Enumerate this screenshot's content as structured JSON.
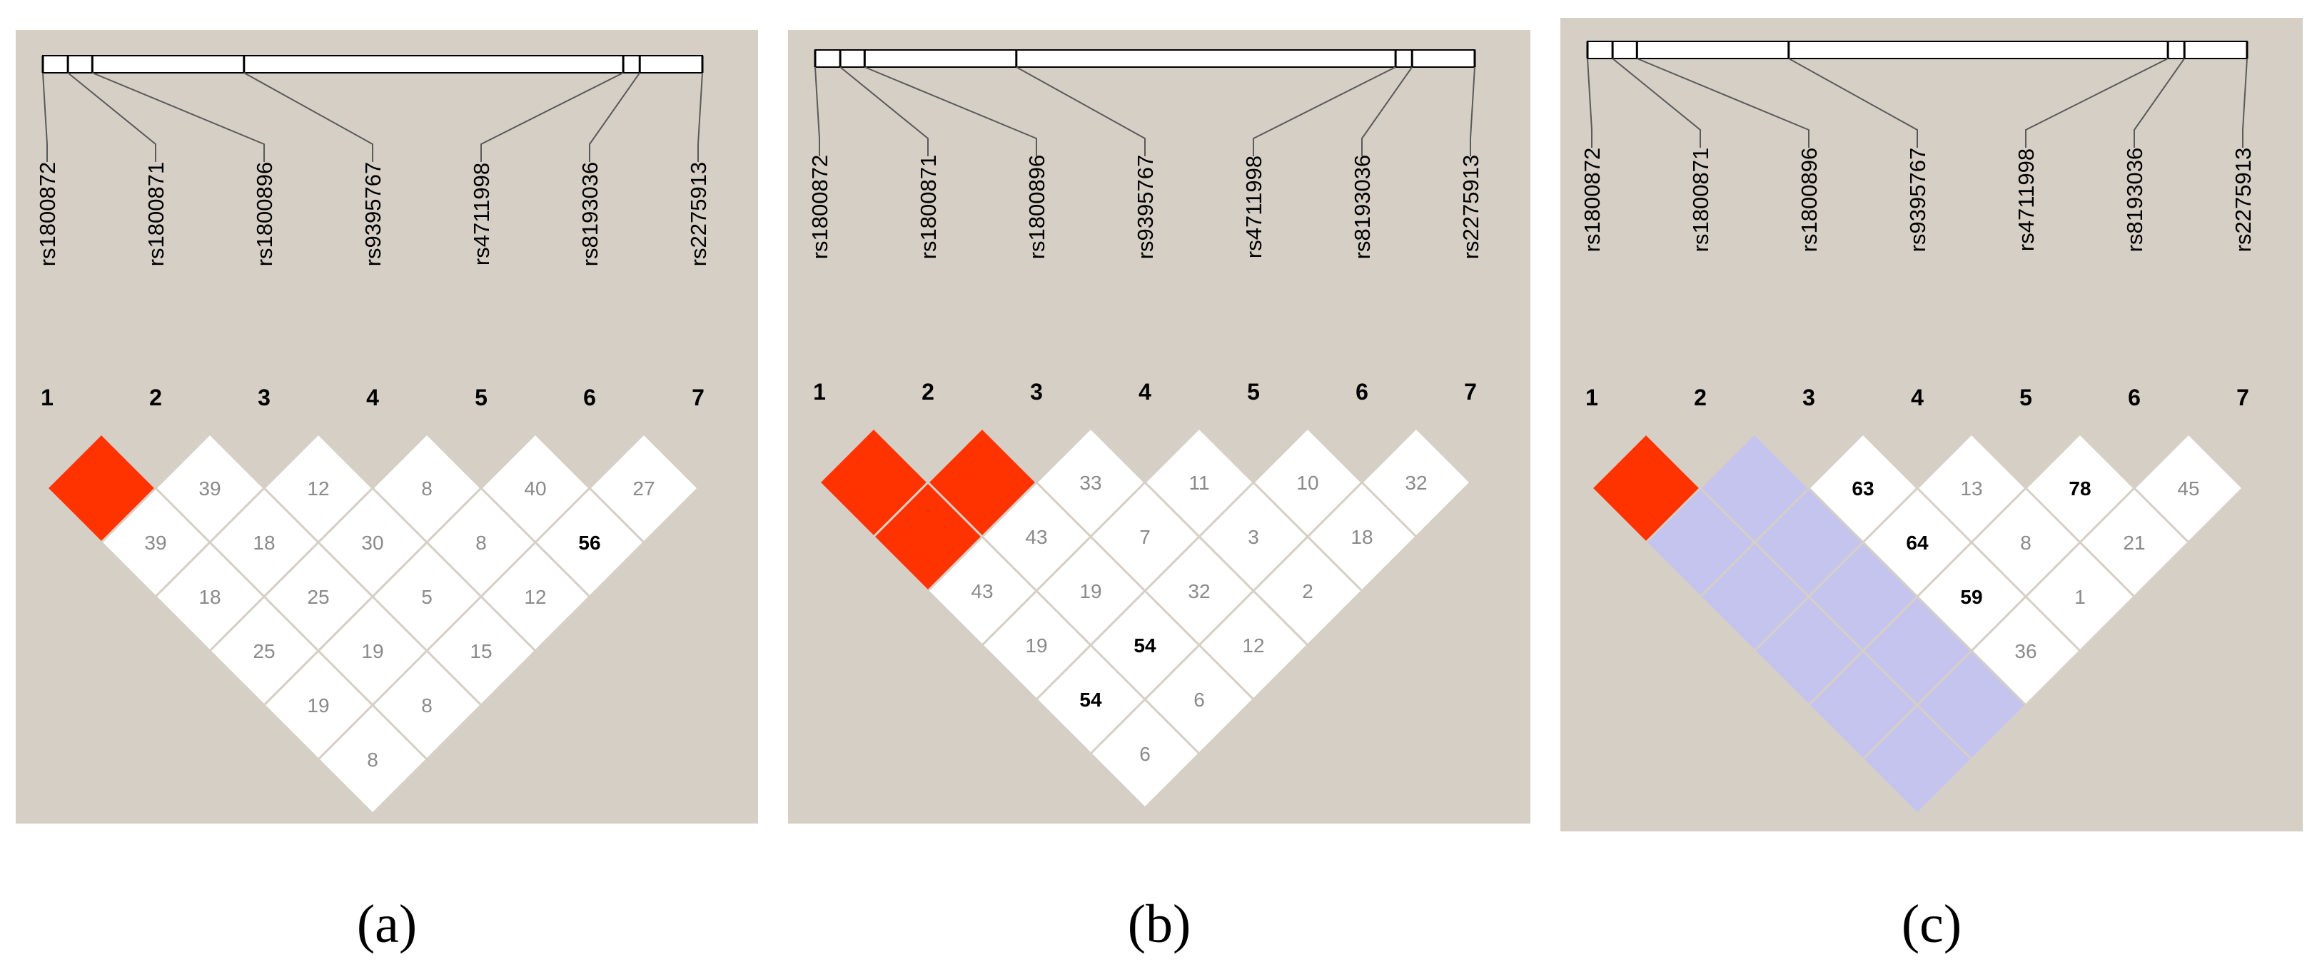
{
  "colors": {
    "panel_background": "#d6cfc6",
    "strong_ld": "#ff3300",
    "weak_ld": "#ffffff",
    "intermediate_ld": "#c4c4ee",
    "value_text_low": "#8a8a8a",
    "value_text_high": "#000000"
  },
  "snps": [
    "rs1800872",
    "rs1800871",
    "rs1800896",
    "rs9395767",
    "rs4711998",
    "rs8193036",
    "rs2275913"
  ],
  "snp_indices": [
    "1",
    "2",
    "3",
    "4",
    "5",
    "6",
    "7"
  ],
  "snp_relative_positions": [
    0.0,
    0.038,
    0.075,
    0.305,
    0.88,
    0.905,
    1.0
  ],
  "panels": [
    {
      "caption": "(a)",
      "cells": [
        {
          "i": 1,
          "j": 2,
          "value": "",
          "color": "#ff3300",
          "text_color": "#000000"
        },
        {
          "i": 2,
          "j": 3,
          "value": "39",
          "color": "#ffffff",
          "text_color": "#8a8a8a"
        },
        {
          "i": 3,
          "j": 4,
          "value": "12",
          "color": "#ffffff",
          "text_color": "#8a8a8a"
        },
        {
          "i": 4,
          "j": 5,
          "value": "8",
          "color": "#ffffff",
          "text_color": "#8a8a8a"
        },
        {
          "i": 5,
          "j": 6,
          "value": "40",
          "color": "#ffffff",
          "text_color": "#8a8a8a"
        },
        {
          "i": 6,
          "j": 7,
          "value": "27",
          "color": "#ffffff",
          "text_color": "#8a8a8a"
        },
        {
          "i": 1,
          "j": 3,
          "value": "39",
          "color": "#ffffff",
          "text_color": "#8a8a8a"
        },
        {
          "i": 2,
          "j": 4,
          "value": "18",
          "color": "#ffffff",
          "text_color": "#8a8a8a"
        },
        {
          "i": 3,
          "j": 5,
          "value": "30",
          "color": "#ffffff",
          "text_color": "#8a8a8a"
        },
        {
          "i": 4,
          "j": 6,
          "value": "8",
          "color": "#ffffff",
          "text_color": "#8a8a8a"
        },
        {
          "i": 5,
          "j": 7,
          "value": "56",
          "color": "#ffffff",
          "text_color": "#000000"
        },
        {
          "i": 1,
          "j": 4,
          "value": "18",
          "color": "#ffffff",
          "text_color": "#8a8a8a"
        },
        {
          "i": 2,
          "j": 5,
          "value": "25",
          "color": "#ffffff",
          "text_color": "#8a8a8a"
        },
        {
          "i": 3,
          "j": 6,
          "value": "5",
          "color": "#ffffff",
          "text_color": "#8a8a8a"
        },
        {
          "i": 4,
          "j": 7,
          "value": "12",
          "color": "#ffffff",
          "text_color": "#8a8a8a"
        },
        {
          "i": 1,
          "j": 5,
          "value": "25",
          "color": "#ffffff",
          "text_color": "#8a8a8a"
        },
        {
          "i": 2,
          "j": 6,
          "value": "19",
          "color": "#ffffff",
          "text_color": "#8a8a8a"
        },
        {
          "i": 3,
          "j": 7,
          "value": "15",
          "color": "#ffffff",
          "text_color": "#8a8a8a"
        },
        {
          "i": 1,
          "j": 6,
          "value": "19",
          "color": "#ffffff",
          "text_color": "#8a8a8a"
        },
        {
          "i": 2,
          "j": 7,
          "value": "8",
          "color": "#ffffff",
          "text_color": "#8a8a8a"
        },
        {
          "i": 1,
          "j": 7,
          "value": "8",
          "color": "#ffffff",
          "text_color": "#8a8a8a"
        }
      ]
    },
    {
      "caption": "(b)",
      "cells": [
        {
          "i": 1,
          "j": 2,
          "value": "",
          "color": "#ff3300",
          "text_color": "#000000"
        },
        {
          "i": 2,
          "j": 3,
          "value": "",
          "color": "#ff3300",
          "text_color": "#000000"
        },
        {
          "i": 3,
          "j": 4,
          "value": "33",
          "color": "#ffffff",
          "text_color": "#8a8a8a"
        },
        {
          "i": 4,
          "j": 5,
          "value": "11",
          "color": "#ffffff",
          "text_color": "#8a8a8a"
        },
        {
          "i": 5,
          "j": 6,
          "value": "10",
          "color": "#ffffff",
          "text_color": "#8a8a8a"
        },
        {
          "i": 6,
          "j": 7,
          "value": "32",
          "color": "#ffffff",
          "text_color": "#8a8a8a"
        },
        {
          "i": 1,
          "j": 3,
          "value": "",
          "color": "#ff3300",
          "text_color": "#000000"
        },
        {
          "i": 2,
          "j": 4,
          "value": "43",
          "color": "#ffffff",
          "text_color": "#8a8a8a"
        },
        {
          "i": 3,
          "j": 5,
          "value": "7",
          "color": "#ffffff",
          "text_color": "#8a8a8a"
        },
        {
          "i": 4,
          "j": 6,
          "value": "3",
          "color": "#ffffff",
          "text_color": "#8a8a8a"
        },
        {
          "i": 5,
          "j": 7,
          "value": "18",
          "color": "#ffffff",
          "text_color": "#8a8a8a"
        },
        {
          "i": 1,
          "j": 4,
          "value": "43",
          "color": "#ffffff",
          "text_color": "#8a8a8a"
        },
        {
          "i": 2,
          "j": 5,
          "value": "19",
          "color": "#ffffff",
          "text_color": "#8a8a8a"
        },
        {
          "i": 3,
          "j": 6,
          "value": "32",
          "color": "#ffffff",
          "text_color": "#8a8a8a"
        },
        {
          "i": 4,
          "j": 7,
          "value": "2",
          "color": "#ffffff",
          "text_color": "#8a8a8a"
        },
        {
          "i": 1,
          "j": 5,
          "value": "19",
          "color": "#ffffff",
          "text_color": "#8a8a8a"
        },
        {
          "i": 2,
          "j": 6,
          "value": "54",
          "color": "#ffffff",
          "text_color": "#000000"
        },
        {
          "i": 3,
          "j": 7,
          "value": "12",
          "color": "#ffffff",
          "text_color": "#8a8a8a"
        },
        {
          "i": 1,
          "j": 6,
          "value": "54",
          "color": "#ffffff",
          "text_color": "#000000"
        },
        {
          "i": 2,
          "j": 7,
          "value": "6",
          "color": "#ffffff",
          "text_color": "#8a8a8a"
        },
        {
          "i": 1,
          "j": 7,
          "value": "6",
          "color": "#ffffff",
          "text_color": "#8a8a8a"
        }
      ]
    },
    {
      "caption": "(c)",
      "cells": [
        {
          "i": 1,
          "j": 2,
          "value": "",
          "color": "#ff3300",
          "text_color": "#000000"
        },
        {
          "i": 2,
          "j": 3,
          "value": "",
          "color": "#c4c4ee",
          "text_color": "#000000"
        },
        {
          "i": 3,
          "j": 4,
          "value": "63",
          "color": "#ffffff",
          "text_color": "#000000"
        },
        {
          "i": 4,
          "j": 5,
          "value": "13",
          "color": "#ffffff",
          "text_color": "#8a8a8a"
        },
        {
          "i": 5,
          "j": 6,
          "value": "78",
          "color": "#ffffff",
          "text_color": "#000000"
        },
        {
          "i": 6,
          "j": 7,
          "value": "45",
          "color": "#ffffff",
          "text_color": "#8a8a8a"
        },
        {
          "i": 1,
          "j": 3,
          "value": "",
          "color": "#c4c4ee",
          "text_color": "#000000"
        },
        {
          "i": 2,
          "j": 4,
          "value": "",
          "color": "#c4c4ee",
          "text_color": "#000000"
        },
        {
          "i": 3,
          "j": 5,
          "value": "64",
          "color": "#ffffff",
          "text_color": "#000000"
        },
        {
          "i": 4,
          "j": 6,
          "value": "8",
          "color": "#ffffff",
          "text_color": "#8a8a8a"
        },
        {
          "i": 5,
          "j": 7,
          "value": "21",
          "color": "#ffffff",
          "text_color": "#8a8a8a"
        },
        {
          "i": 1,
          "j": 4,
          "value": "",
          "color": "#c4c4ee",
          "text_color": "#000000"
        },
        {
          "i": 2,
          "j": 5,
          "value": "",
          "color": "#c4c4ee",
          "text_color": "#000000"
        },
        {
          "i": 3,
          "j": 6,
          "value": "59",
          "color": "#ffffff",
          "text_color": "#000000"
        },
        {
          "i": 4,
          "j": 7,
          "value": "1",
          "color": "#ffffff",
          "text_color": "#8a8a8a"
        },
        {
          "i": 1,
          "j": 5,
          "value": "",
          "color": "#c4c4ee",
          "text_color": "#000000"
        },
        {
          "i": 2,
          "j": 6,
          "value": "",
          "color": "#c4c4ee",
          "text_color": "#000000"
        },
        {
          "i": 3,
          "j": 7,
          "value": "36",
          "color": "#ffffff",
          "text_color": "#8a8a8a"
        },
        {
          "i": 1,
          "j": 6,
          "value": "",
          "color": "#c4c4ee",
          "text_color": "#000000"
        },
        {
          "i": 2,
          "j": 7,
          "value": "",
          "color": "#c4c4ee",
          "text_color": "#000000"
        },
        {
          "i": 1,
          "j": 7,
          "value": "",
          "color": "#c4c4ee",
          "text_color": "#000000"
        }
      ]
    }
  ]
}
